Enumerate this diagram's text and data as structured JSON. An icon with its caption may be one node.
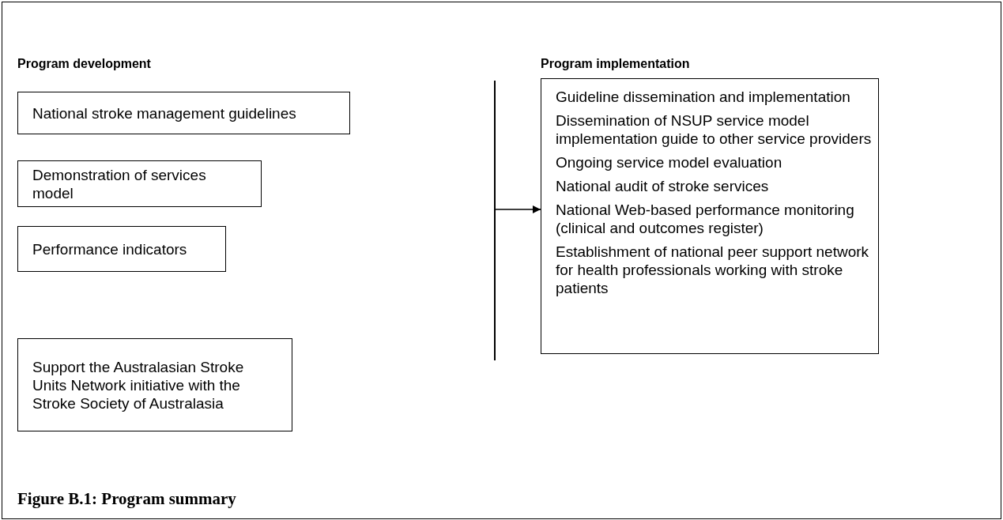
{
  "diagram": {
    "caption": "Figure B.1: Program summary",
    "nodes": [
      {
        "text": [
          "National stroke management guidelines"
        ]
      },
      {
        "text": [
          "Demonstration of services model"
        ]
      },
      {
        "text": [
          "Performance indicators"
        ]
      },
      {
        "text": [
          "Support the Australasian Stroke Units Network initiative with the Stroke Society of Australasia"
        ]
      },
      {
        "text": [],
        "shape": "bar"
      },
      {
        "text": [
          "Guideline dissemination and implementation",
          "Dissemination of NSUP service model implementation guide to other service providers",
          "Ongoing service model evaluation",
          "National audit of stroke services",
          "National Web-based performance monitoring (clinical and outcomes register)",
          "Establishment of national peer support network for health professionals working with stroke patients"
        ]
      }
    ],
    "edges": [
      {
        "from": 4,
        "to": 5,
        "arrow": "to"
      }
    ],
    "labels": [
      "Program development",
      "Program implementation"
    ]
  }
}
